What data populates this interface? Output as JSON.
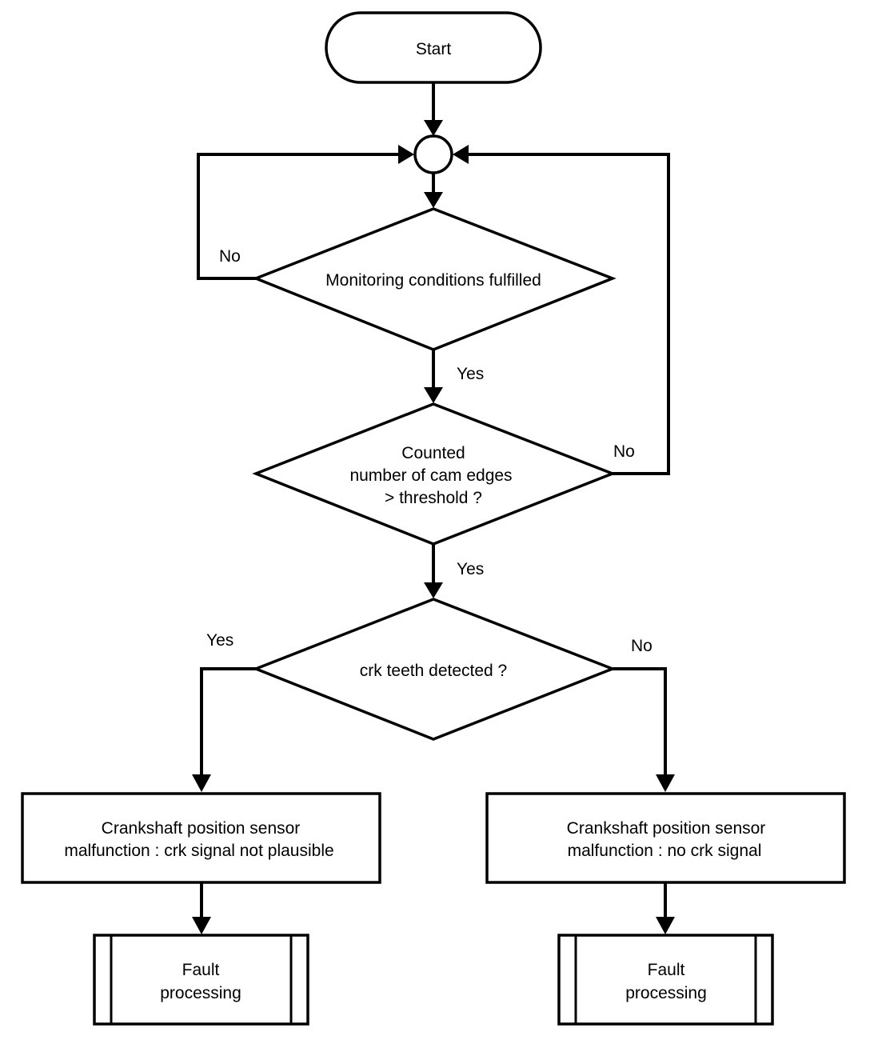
{
  "nodes": {
    "start": "Start",
    "monitoring": "Monitoring conditions fulfilled",
    "counted": [
      "Counted",
      "number of cam edges",
      "> threshold ?"
    ],
    "crk": "crk teeth detected ?",
    "left_box": [
      "Crankshaft position sensor",
      "malfunction : crk signal not plausible"
    ],
    "right_box": [
      "Crankshaft position sensor",
      "malfunction : no crk signal"
    ],
    "left_fault": [
      "Fault",
      "processing"
    ],
    "right_fault": [
      "Fault",
      "processing"
    ]
  },
  "edges": {
    "monitoring_no": "No",
    "monitoring_yes": "Yes",
    "counted_no": "No",
    "counted_yes": "Yes",
    "crk_yes": "Yes",
    "crk_no": "No"
  }
}
